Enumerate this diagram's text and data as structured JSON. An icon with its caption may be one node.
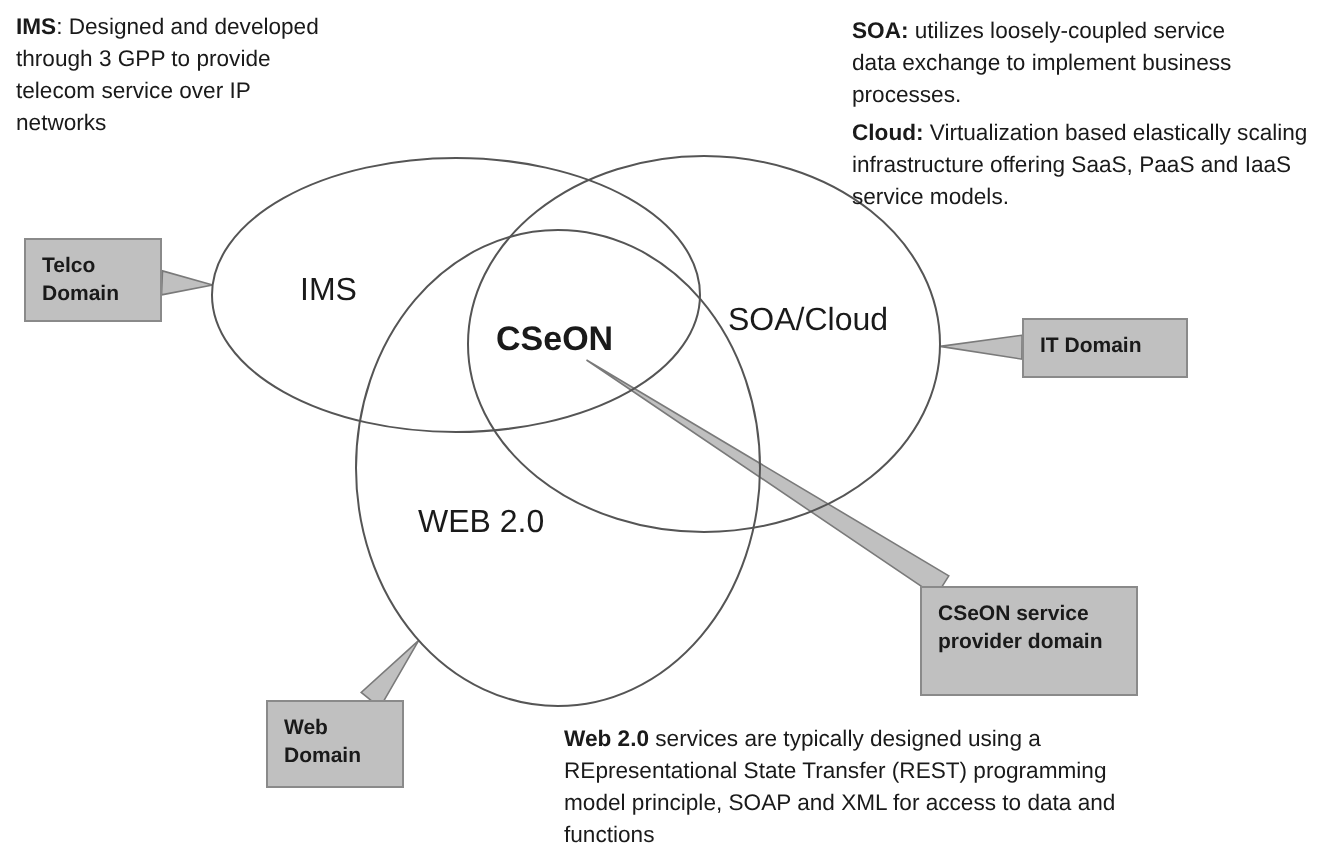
{
  "diagram": {
    "nodes": [
      {
        "text": [
          "IMS"
        ]
      },
      {
        "text": [
          "SOA/Cloud"
        ]
      },
      {
        "text": [
          "WEB 2.0"
        ]
      },
      {
        "text": [
          "CSeON"
        ]
      },
      {
        "text": [
          "Telco Domain"
        ]
      },
      {
        "text": [
          "IT Domain"
        ]
      },
      {
        "text": [
          "CSeON service provider domain"
        ]
      },
      {
        "text": [
          "Web Domain"
        ]
      }
    ],
    "edges": [
      {
        "from": 4,
        "to": 0,
        "arrow": "none"
      },
      {
        "from": 5,
        "to": 1,
        "arrow": "none"
      },
      {
        "from": 6,
        "to": 3,
        "arrow": "none"
      },
      {
        "from": 7,
        "to": 2,
        "arrow": "none"
      }
    ],
    "labels": [
      "**IMS**: Designed and developed through 3 GPP to provide telecom service over IP networks",
      "**SOA:** utilizes loosely-coupled service data exchange to implement business processes.",
      "**Cloud:** Virtualization based elastically scaling infrastructure offering SaaS, PaaS and IaaS service models.",
      "**Web 2.0** services are typically designed using a REpresentational State Transfer (REST) programming model principle, SOAP and XML for access to data and functions"
    ]
  }
}
